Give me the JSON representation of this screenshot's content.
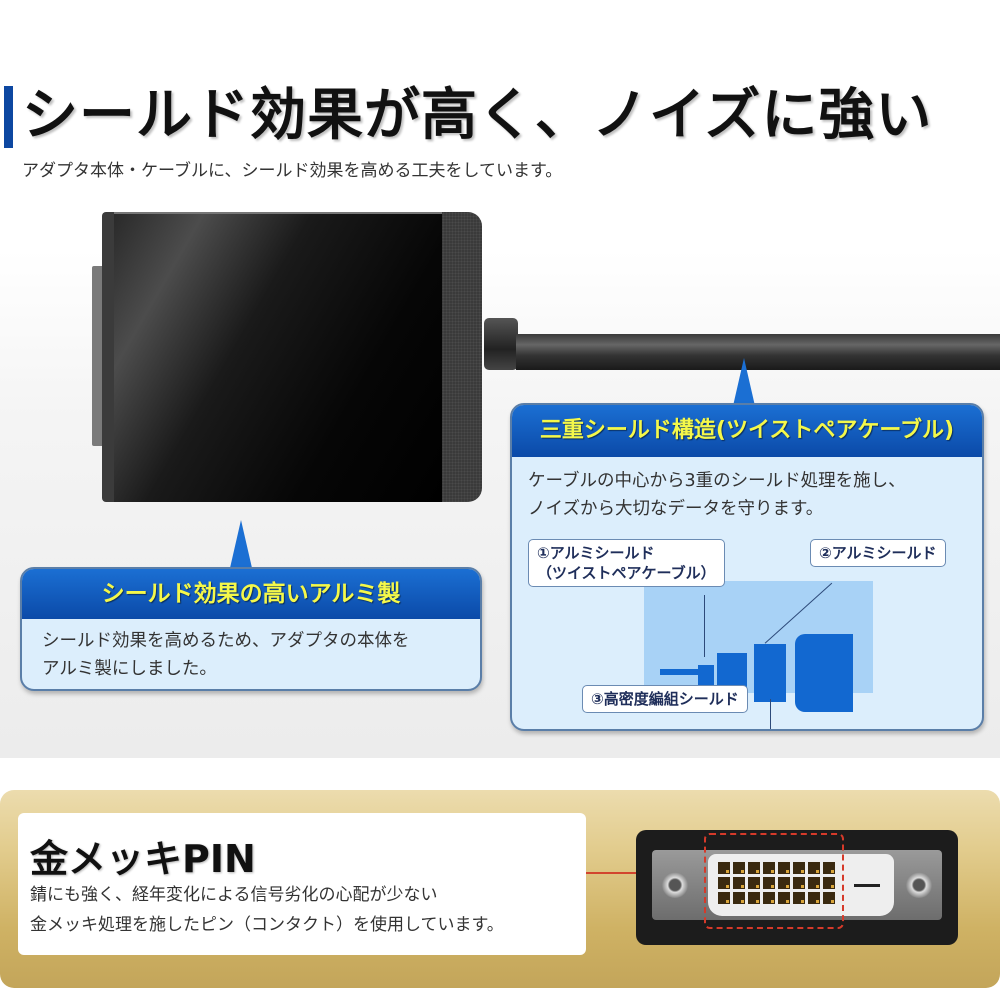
{
  "header": {
    "title": "シールド効果が高く、ノイズに強い",
    "subtitle": "アダプタ本体・ケーブルに、シールド効果を高める工夫をしています。",
    "accent_color": "#0d47a1"
  },
  "callout_aluminum": {
    "title": "シールド効果の高いアルミ製",
    "body_line1": "シールド効果を高めるため、アダプタの本体を",
    "body_line2": "アルミ製にしました。"
  },
  "callout_shield": {
    "title": "三重シールド構造(ツイストペアケーブル)",
    "body_line1": "ケーブルの中心から3重のシールド処理を施し、",
    "body_line2": "ノイズから大切なデータを守ります。",
    "diagram_labels": {
      "label1_line1": "①アルミシールド",
      "label1_line2": "（ツイストペアケーブル）",
      "label2": "②アルミシールド",
      "label3": "③高密度編組シールド"
    }
  },
  "gold_section": {
    "title": "金メッキPIN",
    "desc_line1": "錆にも強く、経年変化による信号劣化の心配が少ない",
    "desc_line2": "金メッキ処理を施したピン（コンタクト）を使用しています。",
    "highlight_color": "#d53a2a"
  },
  "colors": {
    "callout_header": "#1b6fd3",
    "callout_title_text": "#f4f84a",
    "callout_body_bg": "#dceefc",
    "gold_light": "#ecdcae",
    "gold_dark": "#c3a55a"
  }
}
